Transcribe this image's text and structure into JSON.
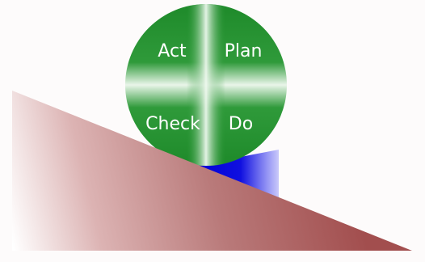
{
  "diagram": {
    "wheel": {
      "labels": {
        "top_left": "Act",
        "top_right": "Plan",
        "bottom_left": "Check",
        "bottom_right": "Do"
      },
      "color": "#1e8a2a"
    },
    "wedge_color": "#0a0adf",
    "slope_color": "#a85a5a"
  }
}
